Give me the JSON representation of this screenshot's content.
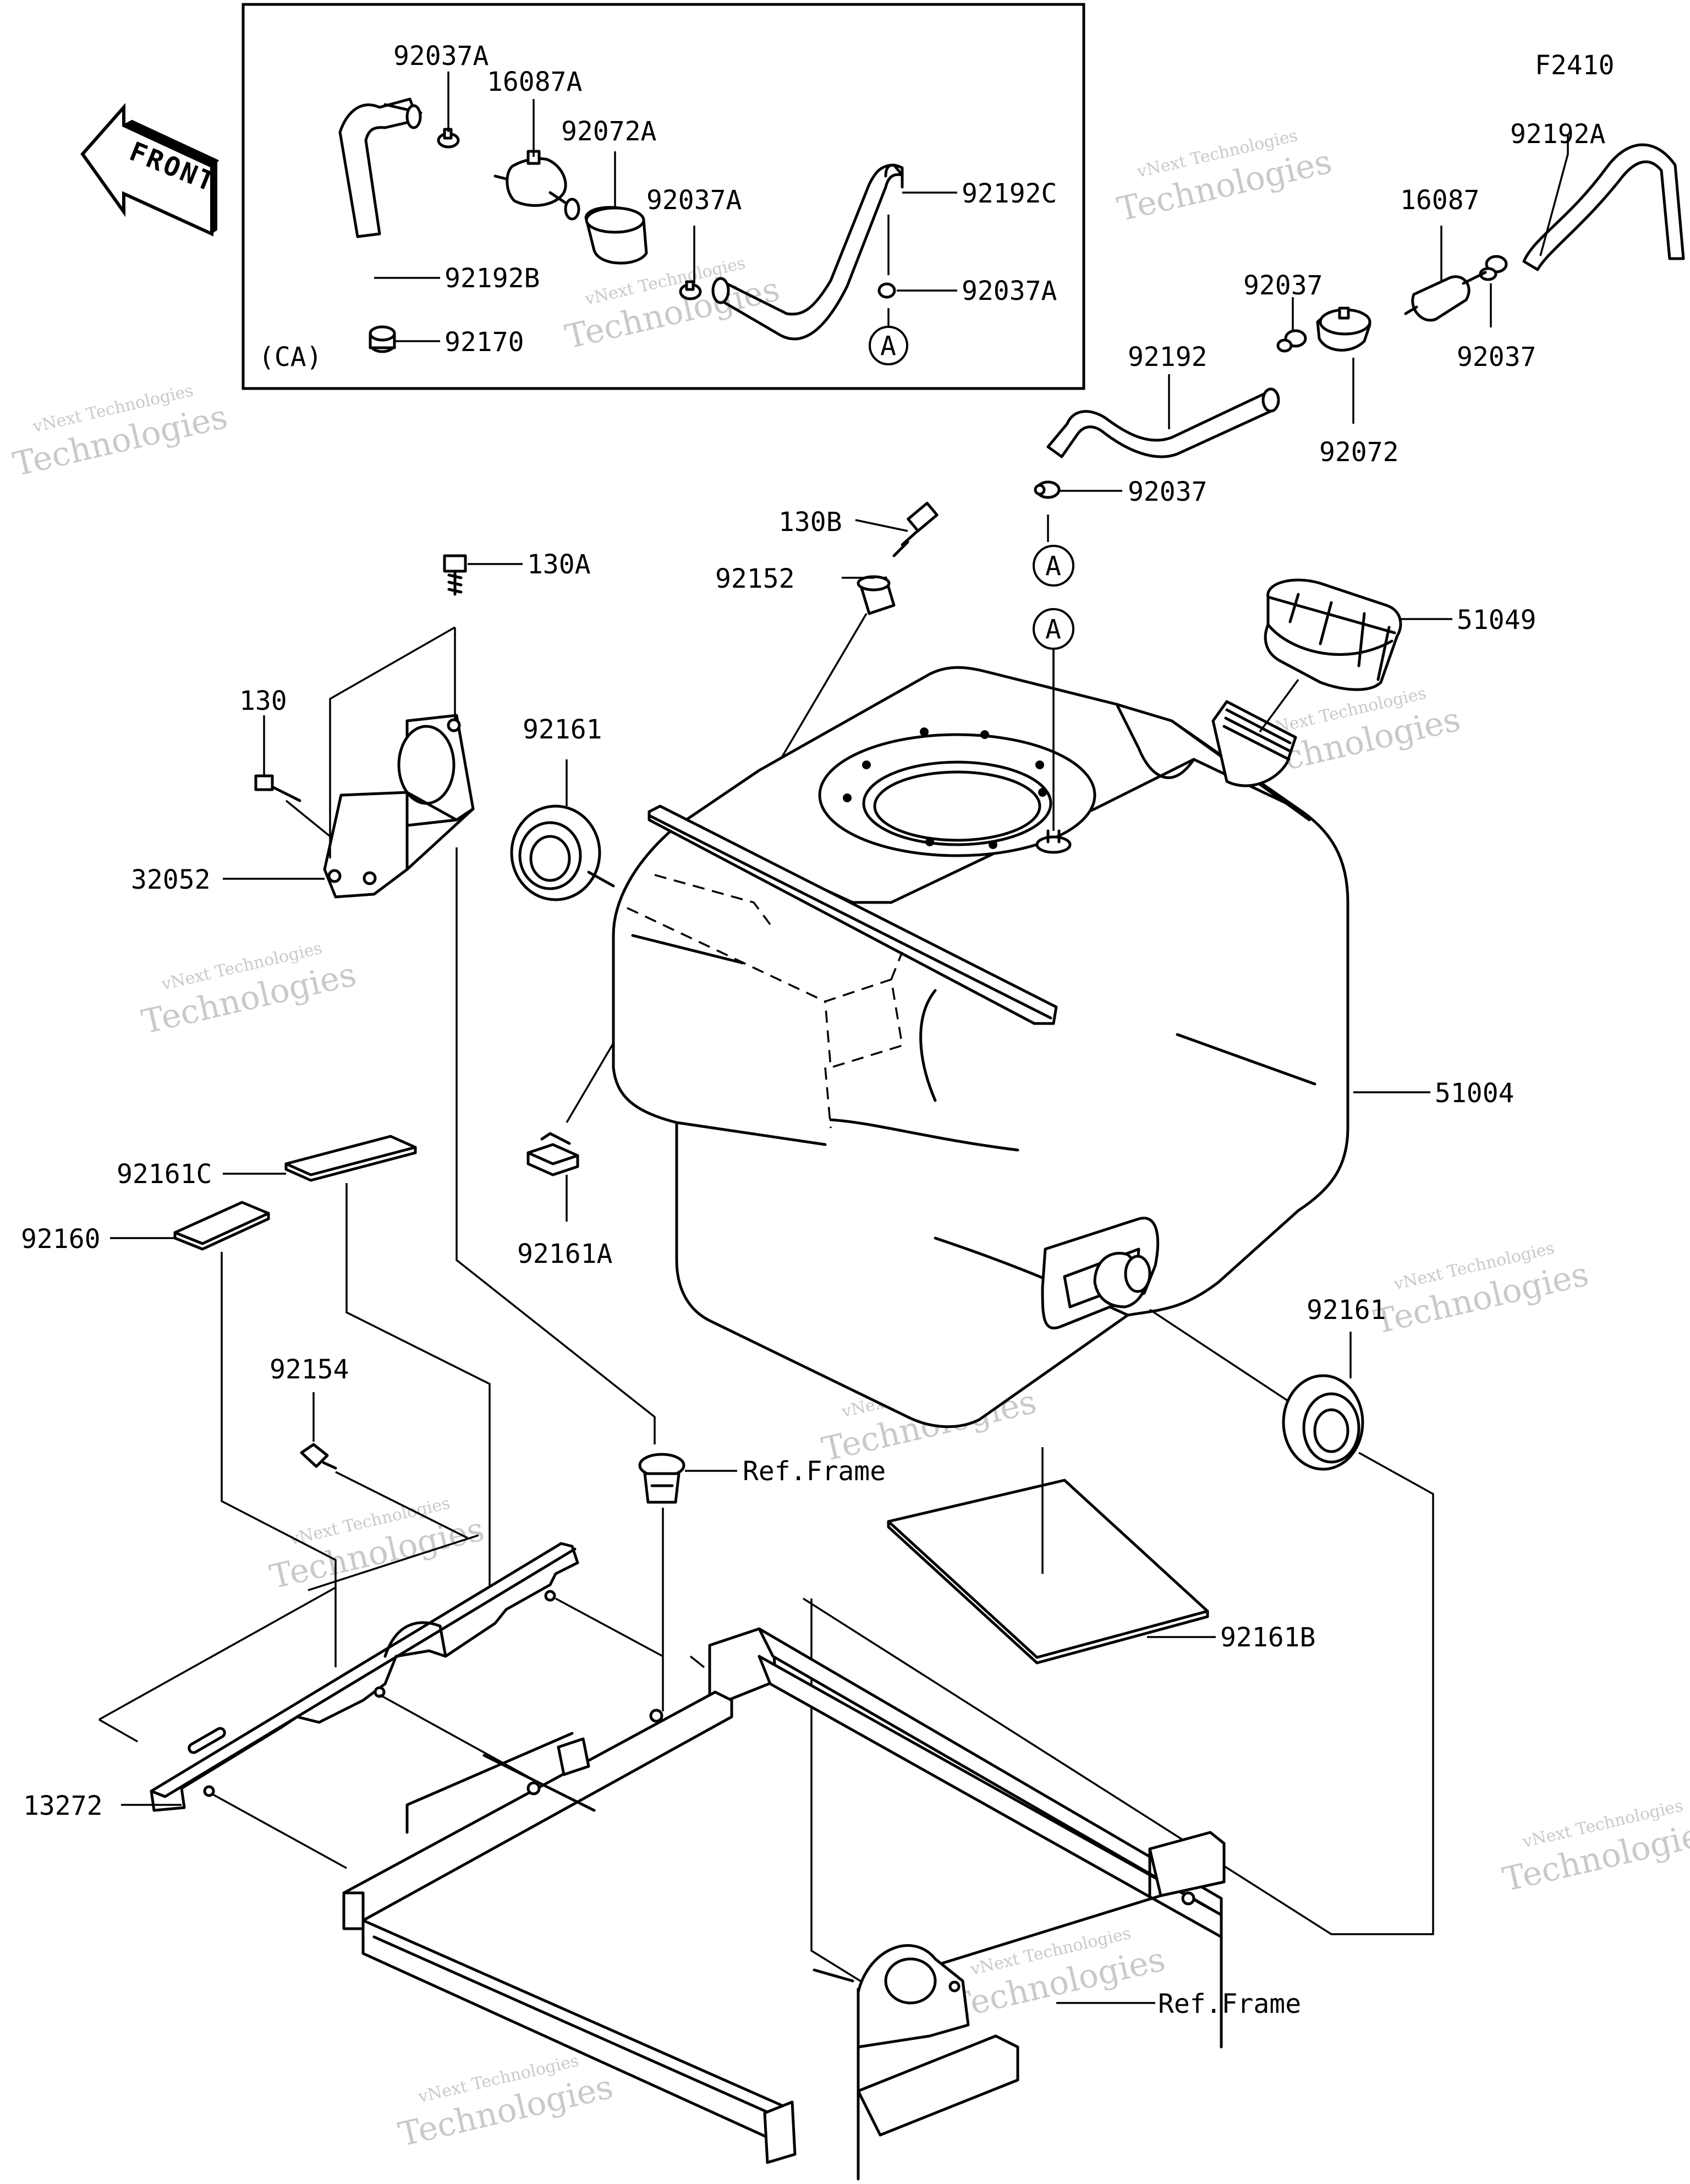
{
  "figure_code": "F2410",
  "front_arrow_text": "FRONT",
  "inset_region_code": "(CA)",
  "reference_marker": "A",
  "watermark": {
    "line1": "vNext Technologies",
    "line2": "Technologies"
  },
  "callouts": {
    "p92037A_top": "92037A",
    "p16087A": "16087A",
    "p92072A": "92072A",
    "p92037A_mid": "92037A",
    "p92192C": "92192C",
    "p92192B": "92192B",
    "p92037A_right": "92037A",
    "p92170": "92170",
    "p92192A": "92192A",
    "p16087": "16087",
    "p92037_a": "92037",
    "p92037_b": "92037",
    "p92192": "92192",
    "p92072": "92072",
    "p92037_c": "92037",
    "p130B": "130B",
    "p92152": "92152",
    "p130A": "130A",
    "p51049": "51049",
    "p130": "130",
    "p92161_left": "92161",
    "p32052": "32052",
    "p51004": "51004",
    "p92161C": "92161C",
    "p92160": "92160",
    "p92161A": "92161A",
    "p92161_right": "92161",
    "p92154": "92154",
    "ref_frame_top": "Ref.Frame",
    "p92161B": "92161B",
    "p13272": "13272",
    "ref_frame_bottom": "Ref.Frame"
  }
}
